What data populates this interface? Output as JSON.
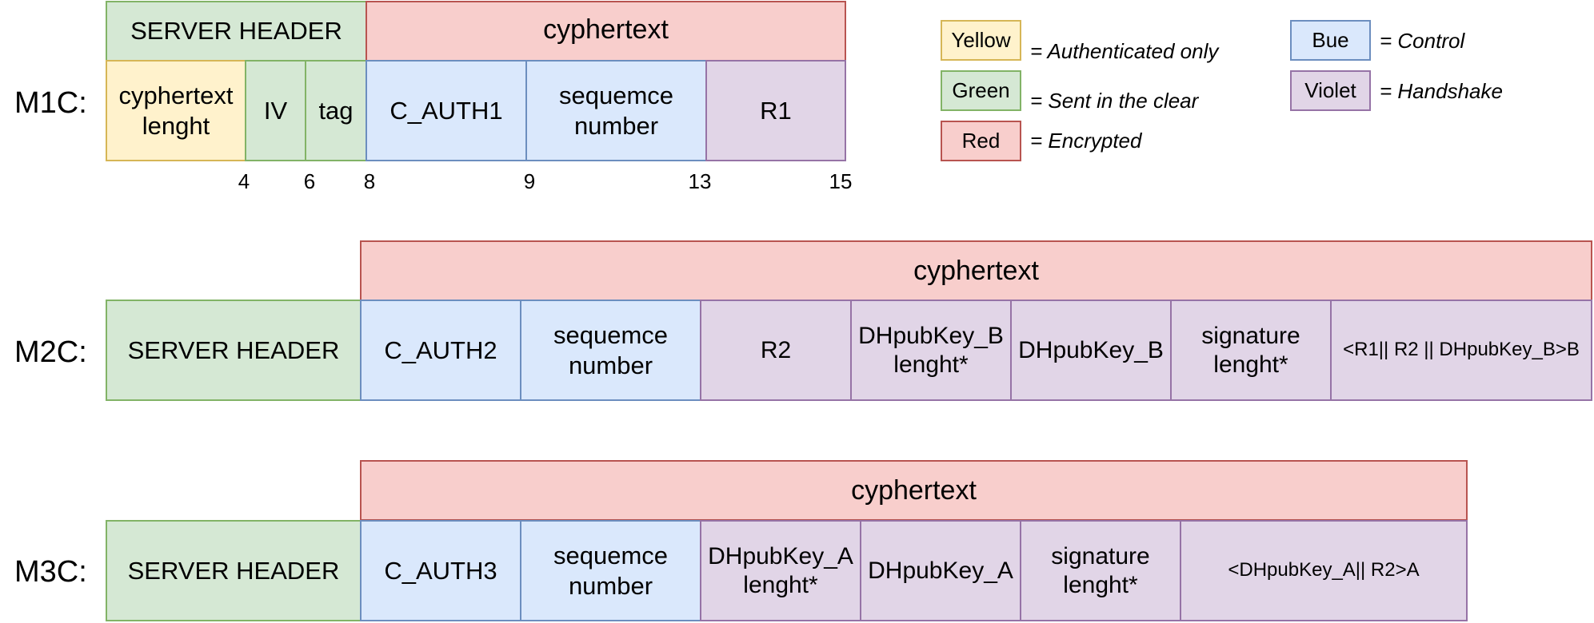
{
  "m1c": {
    "label": "M1C:",
    "server_header": "SERVER HEADER",
    "cyphertext": "cyphertext",
    "fields": {
      "cyphertext_length": "cyphertext\nlenght",
      "iv": "IV",
      "tag": "tag",
      "c_auth": "C_AUTH1",
      "sequence": "sequemce\nnumber",
      "r1": "R1"
    },
    "ticks": [
      "4",
      "6",
      "8",
      "9",
      "13",
      "15"
    ]
  },
  "m2c": {
    "label": "M2C:",
    "server_header": "SERVER HEADER",
    "cyphertext": "cyphertext",
    "fields": {
      "c_auth": "C_AUTH2",
      "sequence": "sequemce\nnumber",
      "r2": "R2",
      "dh_len": "DHpubKey_B\nlenght*",
      "dh": "DHpubKey_B",
      "sig_len": "signature\nlenght*",
      "sig": "<R1|| R2 || DHpubKey_B>B"
    }
  },
  "m3c": {
    "label": "M3C:",
    "server_header": "SERVER HEADER",
    "cyphertext": "cyphertext",
    "fields": {
      "c_auth": "C_AUTH3",
      "sequence": "sequemce\nnumber",
      "dh_len": "DHpubKey_A\nlenght*",
      "dh": "DHpubKey_A",
      "sig_len": "signature\nlenght*",
      "sig": "<DHpubKey_A|| R2>A"
    }
  },
  "legend": {
    "yellow": {
      "swatch": "Yellow",
      "text": "= Authenticated only",
      "color": "#fff2cc"
    },
    "green": {
      "swatch": "Green",
      "text": "= Sent in the clear",
      "color": "#d5e8d4"
    },
    "red": {
      "swatch": "Red",
      "text": "= Encrypted",
      "color": "#f8cecc"
    },
    "blue": {
      "swatch": "Bue",
      "text": "= Control",
      "color": "#dae8fc"
    },
    "violet": {
      "swatch": "Violet",
      "text": "= Handshake",
      "color": "#e1d5e7"
    }
  }
}
